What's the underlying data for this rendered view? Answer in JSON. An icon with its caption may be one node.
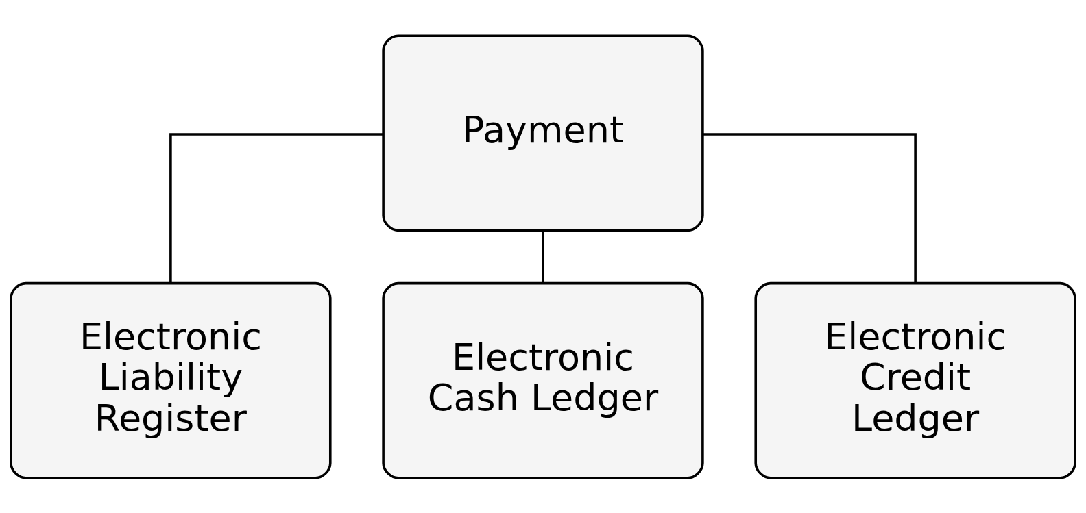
{
  "diagram": {
    "nodes": [
      {
        "text": [
          "Payment"
        ]
      },
      {
        "text": [
          "Electronic Liability Register"
        ]
      },
      {
        "text": [
          "Electronic Cash Ledger"
        ]
      },
      {
        "text": [
          "Electronic Credit Ledger"
        ]
      }
    ],
    "edges": [
      {
        "from": 0,
        "to": 1,
        "arrow": "none"
      },
      {
        "from": 0,
        "to": 2,
        "arrow": "none"
      },
      {
        "from": 0,
        "to": 3,
        "arrow": "none"
      }
    ]
  }
}
